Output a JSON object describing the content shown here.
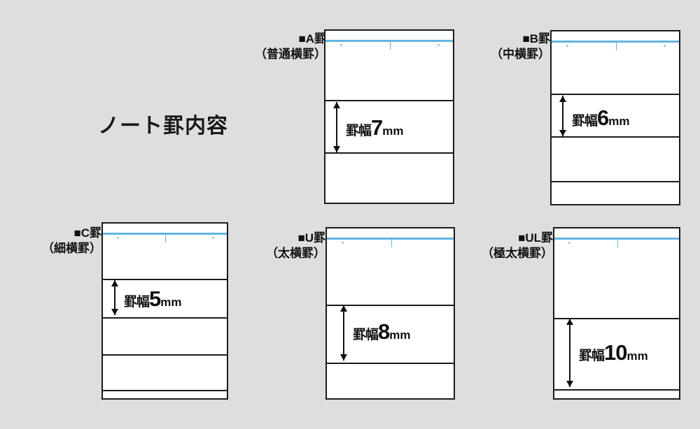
{
  "page": {
    "title": "ノート罫内容",
    "background_color": "#dedede",
    "ink_color": "#111111",
    "blue_rule_color": "#63b4e4"
  },
  "rules": [
    {
      "id": "a",
      "code": "■A罫",
      "name": "（普通横罫）",
      "width_kanji": "罫幅",
      "width_value": "7",
      "width_unit": "mm",
      "pitch_mm": 7
    },
    {
      "id": "b",
      "code": "■B罫",
      "name": "（中横罫）",
      "width_kanji": "罫幅",
      "width_value": "6",
      "width_unit": "mm",
      "pitch_mm": 6
    },
    {
      "id": "c",
      "code": "■C罫",
      "name": "（細横罫）",
      "width_kanji": "罫幅",
      "width_value": "5",
      "width_unit": "mm",
      "pitch_mm": 5
    },
    {
      "id": "u",
      "code": "■U罫",
      "name": "（太横罫）",
      "width_kanji": "罫幅",
      "width_value": "8",
      "width_unit": "mm",
      "pitch_mm": 8
    },
    {
      "id": "ul",
      "code": "■UL罫",
      "name": "（極太横罫）",
      "width_kanji": "罫幅",
      "width_value": "10",
      "width_unit": "mm",
      "pitch_mm": 10
    }
  ]
}
